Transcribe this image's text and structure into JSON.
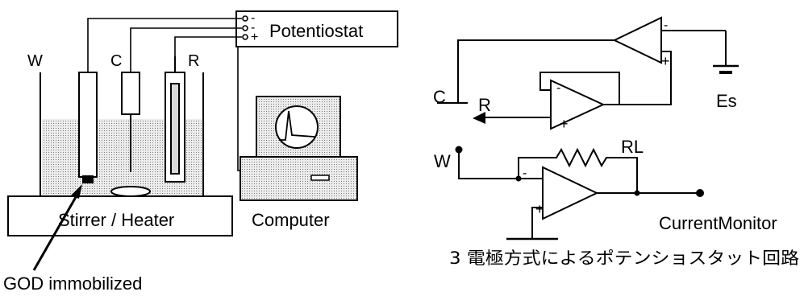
{
  "left_figure": {
    "electrode_labels": {
      "working": "W",
      "counter": "C",
      "reference": "R"
    },
    "potentiostat_label": "Potentiostat",
    "terminal_signs": [
      "-",
      "-",
      "+"
    ],
    "stirrer_label": "Stirrer / Heater",
    "computer_label": "Computer",
    "electrode_note": "GOD immobilized"
  },
  "right_figure": {
    "node_labels": {
      "counter": "C",
      "reference": "R",
      "working": "W"
    },
    "opamp_signs": {
      "top_minus": "-",
      "top_plus": "+",
      "middle_minus": "-",
      "middle_plus": "+",
      "bottom_minus": "-",
      "bottom_plus": "+"
    },
    "source_label": "Es",
    "resistor_label": "RL",
    "output_label": "CurrentMonitor",
    "caption": "3 電極方式によるポテンショスタット回路"
  },
  "colors": {
    "ink": "#000000",
    "solution_fill": "#dedede",
    "background": "#ffffff"
  }
}
